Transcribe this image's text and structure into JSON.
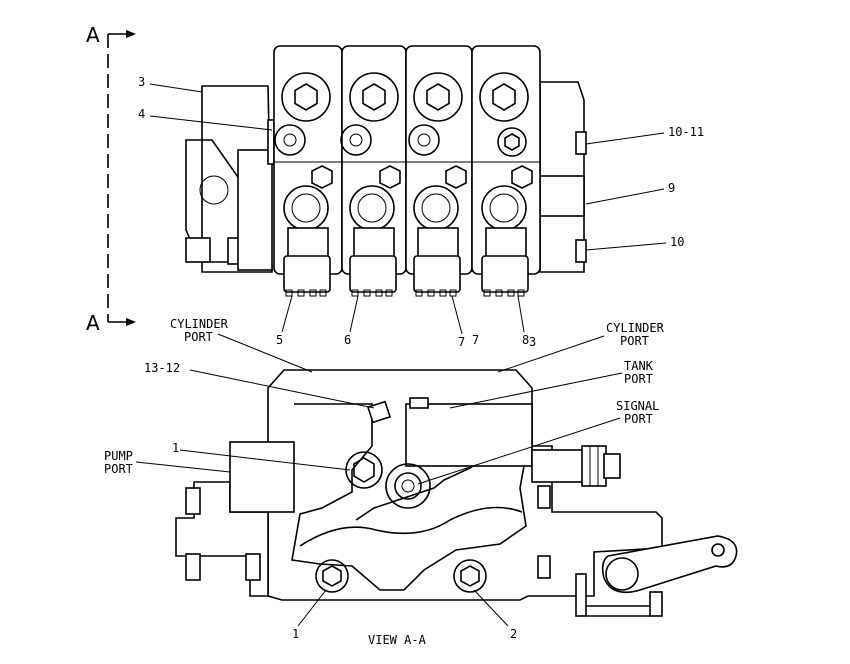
{
  "section_marker": {
    "top": "A",
    "bottom": "A"
  },
  "callouts": {
    "c3": "3",
    "c4": "4",
    "c10_11": "10-11",
    "c9": "9",
    "c10": "10",
    "c5": "5",
    "c6": "6",
    "c7a": "7",
    "c7b": "7",
    "c8a": "8",
    "c8b": "3",
    "c13_12": "13-12",
    "c1_top": "1",
    "c1_bottom": "1",
    "c2": "2"
  },
  "labels": {
    "cylinder_port_left": [
      "CYLINDER",
      "PORT"
    ],
    "cylinder_port_right": [
      "CYLINDER",
      "PORT"
    ],
    "tank_port": [
      "TANK",
      "PORT"
    ],
    "signal_port": [
      "SIGNAL",
      "PORT"
    ],
    "pump_port": [
      "PUMP",
      "PORT"
    ],
    "view_title": "VIEW A-A"
  }
}
